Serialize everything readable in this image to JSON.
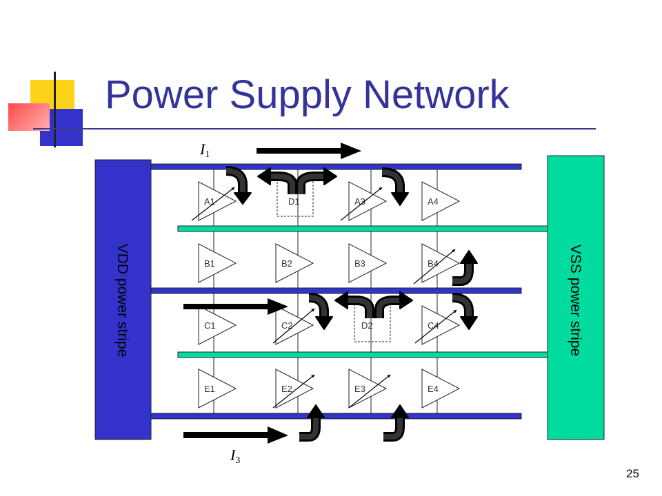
{
  "slide": {
    "title": "Power Supply Network",
    "page_number": "25"
  },
  "diagram": {
    "vdd_label": "VDD power stripe",
    "vss_label": "VSS power stripe",
    "current_labels": [
      {
        "symbol": "I",
        "sub": "1"
      },
      {
        "symbol": "I",
        "sub": "3"
      }
    ],
    "gates": [
      "A1",
      "D1",
      "A3",
      "A4",
      "B1",
      "B2",
      "B3",
      "B4",
      "C1",
      "C2",
      "D2",
      "C4",
      "E1",
      "E2",
      "E3",
      "E4"
    ],
    "colors": {
      "vdd": "#3333cc",
      "vss": "#00dca0",
      "title": "#33339a",
      "arrow": "#000000"
    }
  }
}
